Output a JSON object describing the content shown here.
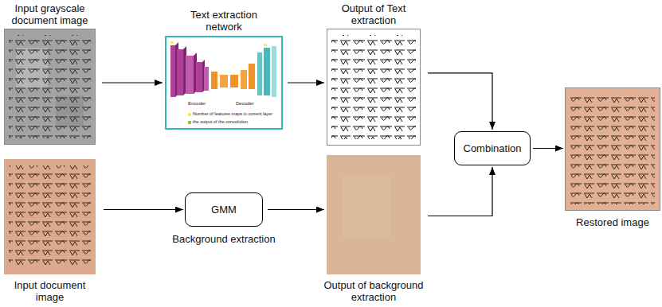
{
  "diagram": {
    "nodes": [
      {
        "text": [
          "Input grayscale document image"
        ]
      },
      {
        "text": [
          "Text extraction network"
        ]
      },
      {
        "text": [
          "Output of Text extraction"
        ]
      },
      {
        "text": [
          "Input document image"
        ]
      },
      {
        "text": [
          "GMM",
          "Background extraction"
        ]
      },
      {
        "text": [
          "Output of background extraction"
        ]
      },
      {
        "text": [
          "Combination"
        ]
      },
      {
        "text": [
          "Restored image"
        ]
      }
    ],
    "edges": [
      {
        "from": 0,
        "to": 1,
        "arrow": "to"
      },
      {
        "from": 1,
        "to": 2,
        "arrow": "to"
      },
      {
        "from": 3,
        "to": 4,
        "arrow": "to"
      },
      {
        "from": 4,
        "to": 5,
        "arrow": "to"
      },
      {
        "from": 2,
        "to": 6,
        "arrow": "to"
      },
      {
        "from": 5,
        "to": 6,
        "arrow": "to"
      },
      {
        "from": 6,
        "to": 7,
        "arrow": "to"
      }
    ],
    "labels": [
      "Encoder",
      "Decoder"
    ],
    "legend": [
      {
        "text": "Number of features maps in current layer",
        "color": "#f2ee5c"
      },
      {
        "text": "the output of the convolution",
        "color": "#8dc63f"
      }
    ]
  }
}
